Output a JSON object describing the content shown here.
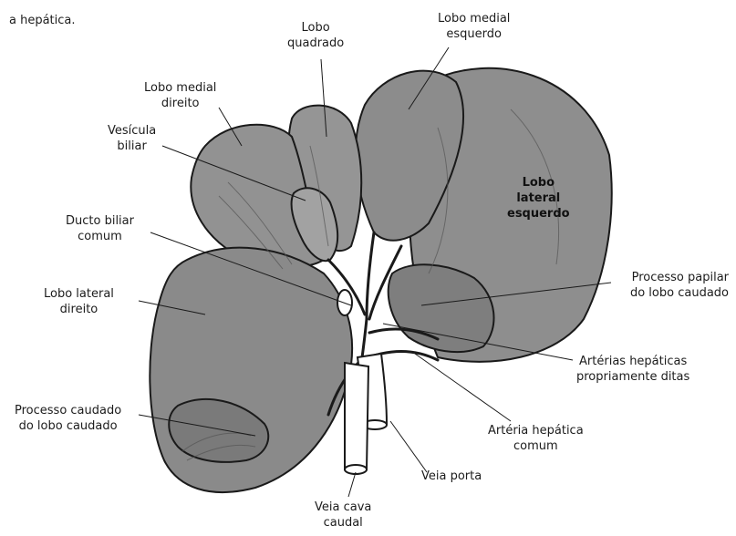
{
  "caption_fragment": "a hepática.",
  "labels": {
    "lobo_quadrado": [
      "Lobo",
      "quadrado"
    ],
    "lobo_medial_esquerdo": [
      "Lobo medial",
      "esquerdo"
    ],
    "lobo_medial_direito": [
      "Lobo medial",
      "direito"
    ],
    "vesicula_biliar": [
      "Vesícula",
      "biliar"
    ],
    "lobo_lateral_esquerdo": [
      "Lobo",
      "lateral",
      "esquerdo"
    ],
    "ducto_biliar_comum": [
      "Ducto biliar",
      "comum"
    ],
    "lobo_lateral_direito": [
      "Lobo lateral",
      "direito"
    ],
    "processo_papilar": [
      "Processo papilar",
      "do lobo caudado"
    ],
    "arterias_hepaticas": [
      "Artérias hepáticas",
      "propriamente ditas"
    ],
    "processo_caudado": [
      "Processo caudado",
      "do lobo caudado"
    ],
    "arteria_hepatica_comum": [
      "Artéria hepática",
      "comum"
    ],
    "veia_porta": [
      "Veia porta"
    ],
    "veia_cava_caudal": [
      "Veia cava",
      "caudal"
    ]
  },
  "colors": {
    "liver": "#8e8e8e",
    "liver_dark": "#6a6a6a",
    "outline": "#1a1a1a",
    "vessel": "#ffffff"
  }
}
